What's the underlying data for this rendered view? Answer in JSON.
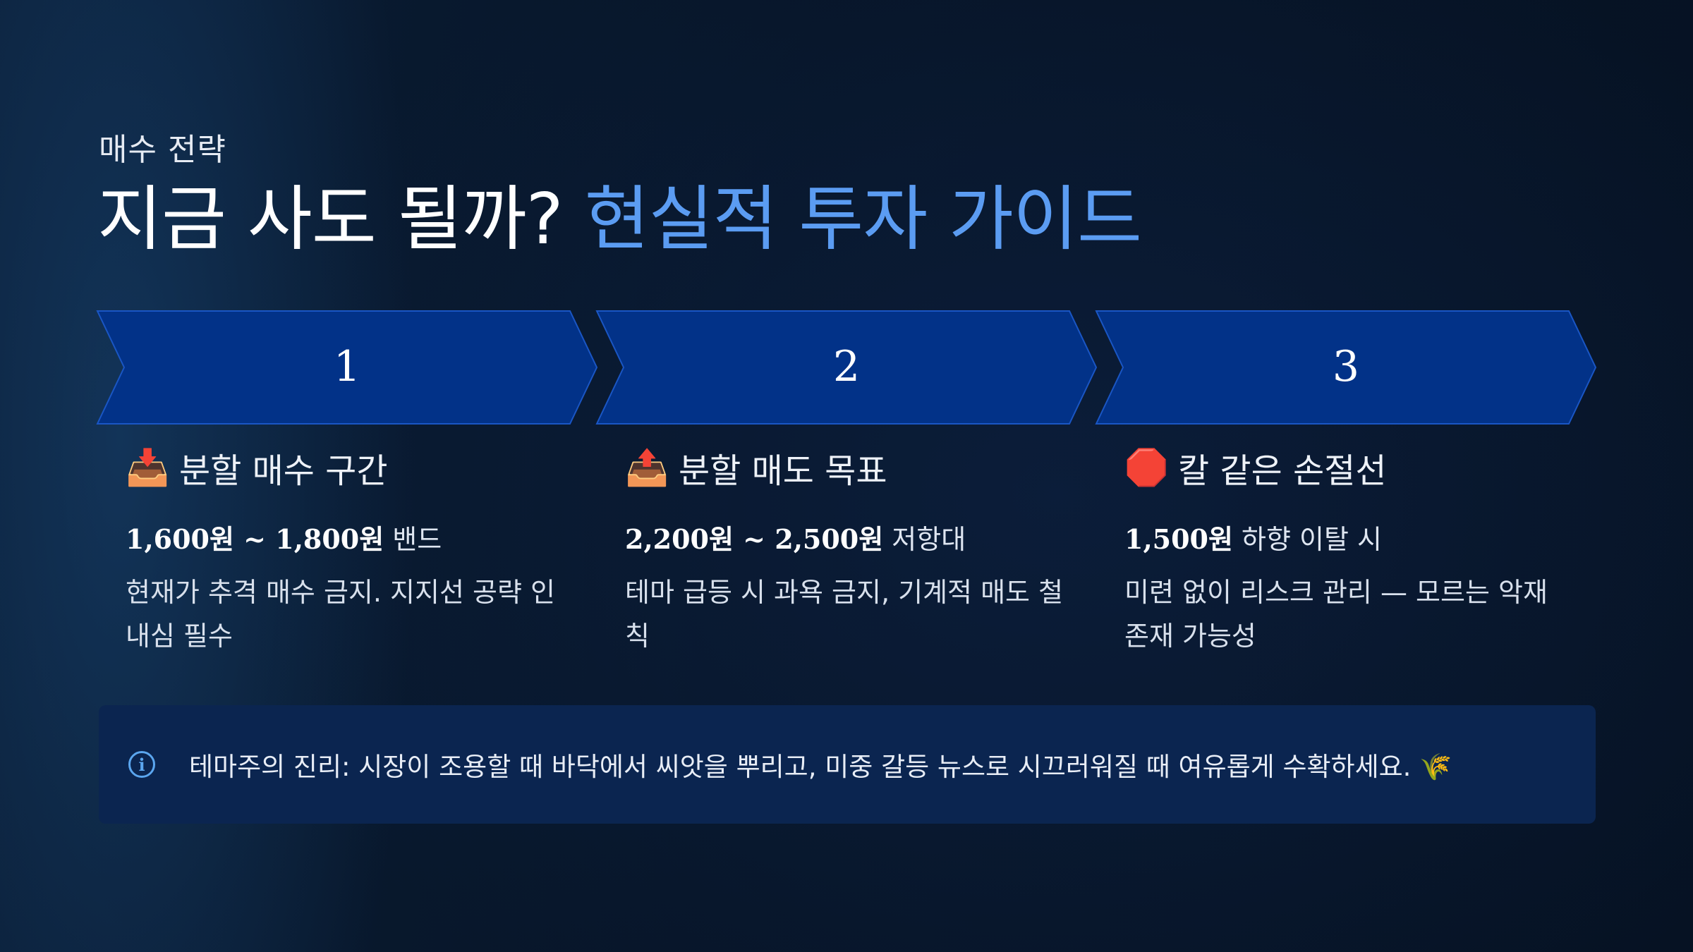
{
  "slide": {
    "kicker": "매수 전략",
    "title_main": "지금 사도 될까?",
    "title_accent": "현실적 투자 가이드"
  },
  "steps": [
    {
      "number": "1",
      "emoji": "📥",
      "icon": "inbox-tray-icon",
      "title": "분할 매수 구간",
      "range_bold": "1,600원 ~ 1,800원",
      "range_suffix": "밴드",
      "desc_line1": "현재가 추격 매수 금지. 지지선 공략 인",
      "desc_line2": "내심 필수"
    },
    {
      "number": "2",
      "emoji": "📤",
      "icon": "outbox-tray-icon",
      "title": "분할 매도 목표",
      "range_bold": "2,200원 ~ 2,500원",
      "range_suffix": "저항대",
      "desc_line1": "테마 급등 시 과욕 금지, 기계적 매도 철",
      "desc_line2": "칙"
    },
    {
      "number": "3",
      "emoji": "🛑",
      "icon": "stop-sign-icon",
      "title": "칼 같은 손절선",
      "range_bold": "1,500원",
      "range_suffix": "하향 이탈 시",
      "desc_line1": "미련 없이 리스크 관리 — 모르는 악재",
      "desc_line2": "존재 가능성"
    }
  ],
  "note": {
    "icon": "info-circle-icon",
    "icon_glyph": "i",
    "text": "테마주의 진리: 시장이 조용할 때 바닥에서 씨앗을 뿌리고, 미중 갈등 뉴스로 시끄러워질 때 여유롭게 수확하세요. 🌾"
  },
  "colors": {
    "chevron_fill": "#023288",
    "chevron_stroke": "#1a56c4",
    "accent": "#5b9cf2",
    "note_bg": "#0b2550"
  }
}
